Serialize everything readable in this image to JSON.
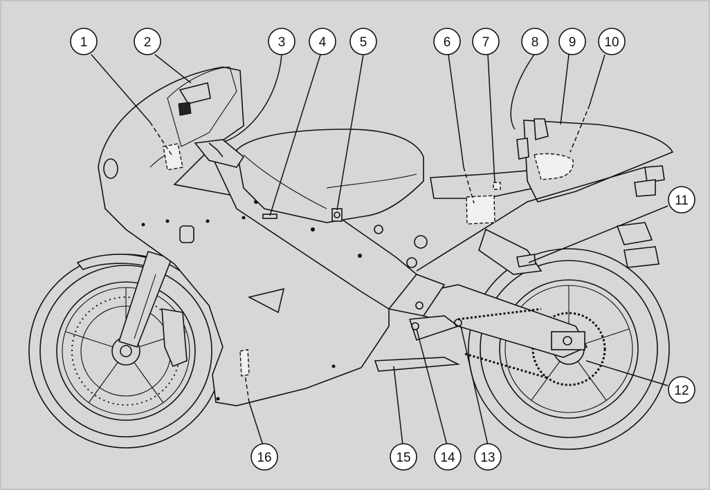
{
  "callouts": [
    {
      "label": "1"
    },
    {
      "label": "2"
    },
    {
      "label": "3"
    },
    {
      "label": "4"
    },
    {
      "label": "5"
    },
    {
      "label": "6"
    },
    {
      "label": "7"
    },
    {
      "label": "8"
    },
    {
      "label": "9"
    },
    {
      "label": "10"
    },
    {
      "label": "11"
    },
    {
      "label": "12"
    },
    {
      "label": "13"
    },
    {
      "label": "14"
    },
    {
      "label": "15"
    },
    {
      "label": "16"
    }
  ],
  "colors": {
    "background": "#d6d7d9",
    "line": "#111111",
    "callout_fill": "#ffffff"
  }
}
